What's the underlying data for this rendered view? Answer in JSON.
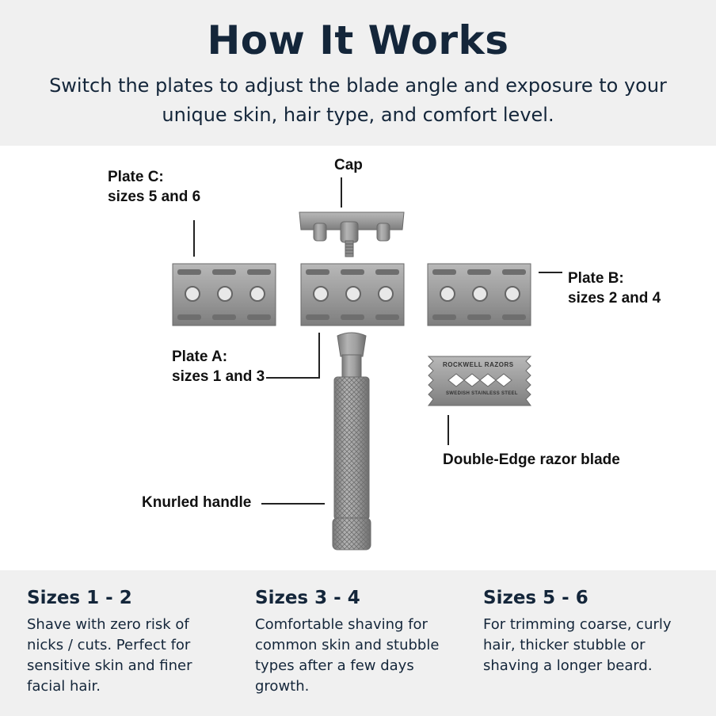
{
  "header": {
    "title": "How It Works",
    "subtitle": "Switch the plates to adjust the blade angle and exposure to your unique skin, hair type, and comfort level."
  },
  "labels": {
    "plate_c_line1": "Plate C:",
    "plate_c_line2": "sizes 5 and 6",
    "cap": "Cap",
    "plate_b_line1": "Plate B:",
    "plate_b_line2": "sizes 2 and 4",
    "plate_a_line1": "Plate A:",
    "plate_a_line2": "sizes 1 and 3",
    "blade": "Double-Edge razor blade",
    "handle": "Knurled handle"
  },
  "blade_print": {
    "brand": "ROCKWELL RAZORS",
    "steel": "SWEDISH STAINLESS STEEL"
  },
  "colors": {
    "navy": "#14263a",
    "panel_gray": "#f0f0f0",
    "metal": "#9a9a9a"
  },
  "footer": {
    "columns": [
      {
        "title": "Sizes 1 - 2",
        "body": "Shave with zero risk of nicks / cuts. Perfect for sensitive skin and finer facial hair."
      },
      {
        "title": "Sizes 3 - 4",
        "body": "Comfortable shaving for common skin and stubble types after a few days growth."
      },
      {
        "title": "Sizes 5 - 6",
        "body": "For trimming coarse, curly hair, thicker stubble or shaving a longer beard."
      }
    ]
  }
}
